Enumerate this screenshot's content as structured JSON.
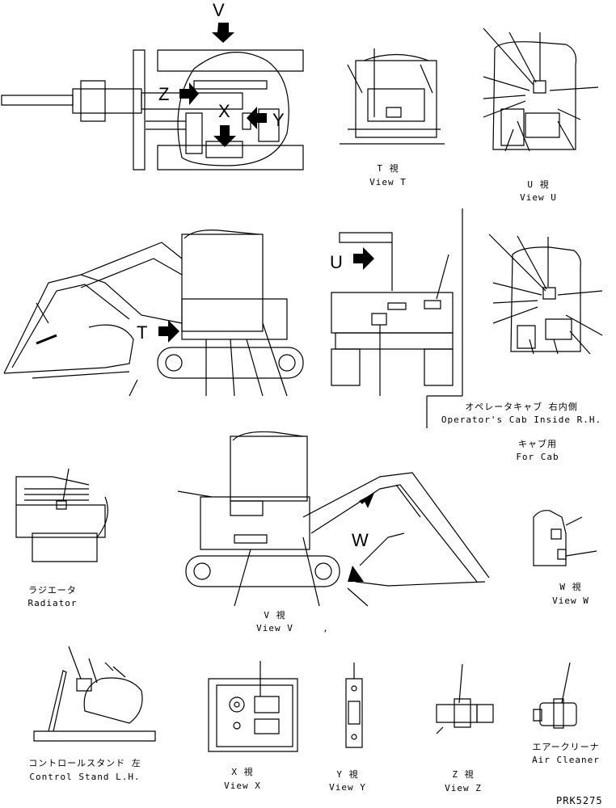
{
  "drawing_code": "PRK5275",
  "markers": {
    "V": "V",
    "Z": "Z",
    "X": "X",
    "Y": "Y",
    "T": "T",
    "U": "U",
    "W": "W"
  },
  "views": {
    "view_t": {
      "jp": "T 視",
      "en": "View T"
    },
    "view_u": {
      "jp": "U 視",
      "en": "View U"
    },
    "view_w": {
      "jp": "W 視",
      "en": "View W"
    },
    "view_v": {
      "jp": "V 視",
      "en": "View V",
      "mark": ","
    },
    "view_x": {
      "jp": "X 視",
      "en": "View X"
    },
    "view_y": {
      "jp": "Y 視",
      "en": "View Y"
    },
    "view_z": {
      "jp": "Z 視",
      "en": "View Z"
    }
  },
  "cab_inside": {
    "jp": "オペレータキャブ 右内側",
    "en": "Operator's Cab Inside R.H."
  },
  "for_cab": {
    "jp": "キャブ用",
    "en": "For Cab"
  },
  "radiator": {
    "jp": "ラジエータ",
    "en": "Radiator"
  },
  "control_stand": {
    "jp": "コントロールスタンド 左",
    "en": "Control Stand L.H."
  },
  "air_cleaner": {
    "jp": "エアークリーナ",
    "en": "Air Cleaner"
  }
}
